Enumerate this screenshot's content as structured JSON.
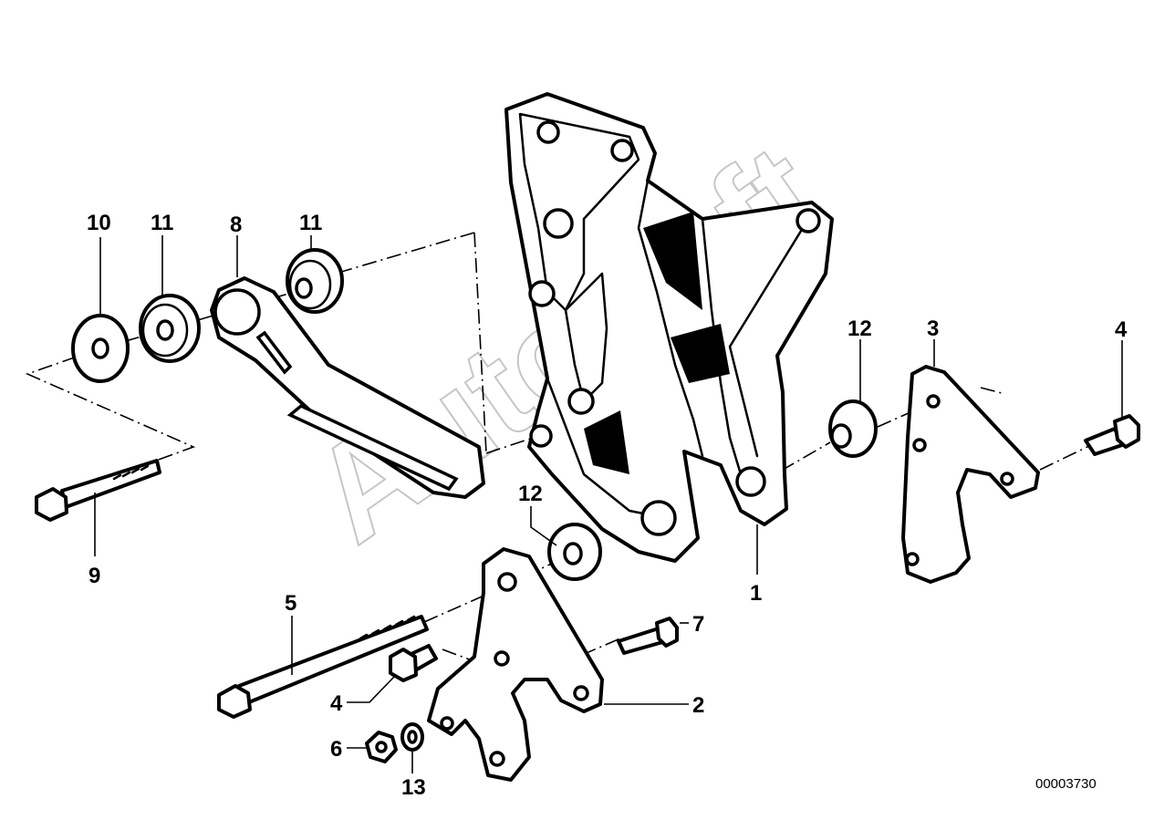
{
  "callouts": {
    "c1": "1",
    "c2": "2",
    "c3": "3",
    "c4a": "4",
    "c4b": "4",
    "c5": "5",
    "c6": "6",
    "c7": "7",
    "c8": "8",
    "c9": "9",
    "c10": "10",
    "c11a": "11",
    "c11b": "11",
    "c12a": "12",
    "c12b": "12",
    "c13": "13"
  },
  "reference_number": "00003730",
  "watermark": "AutoSoft"
}
